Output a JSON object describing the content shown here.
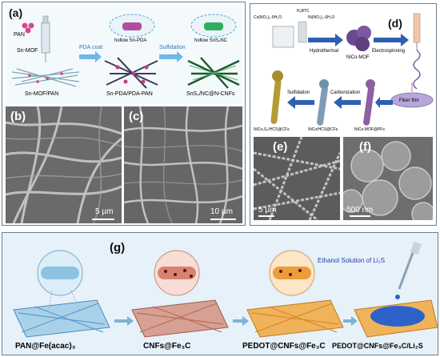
{
  "panel_a": {
    "label": "(a)",
    "pan": "PAN",
    "snmof": "Sn-MOF",
    "pda_coat": "PDA coat",
    "hollow_snpda": "hollow Sn-PDA",
    "sulfidation": "Sulfidation",
    "hollow_sns": "hollow SnS₂NC",
    "cap1": "Sn-MOF/PAN",
    "cap2": "Sn-PDA/PDA-PAN",
    "cap3": "SnS₂/NC@N-CNFs"
  },
  "panel_b": {
    "label": "(b)",
    "scale": "5 µm"
  },
  "panel_c": {
    "label": "(c)",
    "scale": "10 µm"
  },
  "panel_d": {
    "label": "(d)",
    "reagent1": "Co(NO₃)₂·6H₂O",
    "reagent2": "H₃BTC",
    "reagent3": "Ni(NO₃)₂·6H₂O",
    "hydrothermal": "Hydrothermal",
    "nico_mof": "NiCo-MOF",
    "electrospinning": "Electrospinning",
    "fiber_film": "Fiber film",
    "sulfidation": "Sulfidation",
    "carbonization": "Carbonization",
    "prod1": "NiCo₂S₄/HCS@CFs",
    "prod2": "NiCo/HCS@CFs",
    "prod3": "NiCo-MOF@PFs"
  },
  "panel_e": {
    "label": "(e)",
    "scale": "5 µm"
  },
  "panel_f": {
    "label": "(f)",
    "scale": "500 nm"
  },
  "panel_g": {
    "label": "(g)",
    "ethanol": "Ethanol Solution of Li₂S",
    "cap1": "PAN@Fe(acac)₃",
    "cap2": "CNFs@Fe₃C",
    "cap3": "PEDOT@CNFs@Fe₃C",
    "cap4": "PEDOT@CNFs@Fe₃C/Li₂S"
  },
  "colors": {
    "panel_border": "#6b7f8e",
    "arrow_blue": "#2f5fb0",
    "pan_blue": "#7fb6d9",
    "cnf_red": "#c9806e",
    "pedot_orange": "#e9962d",
    "li2s_blue": "#2d63c9"
  }
}
